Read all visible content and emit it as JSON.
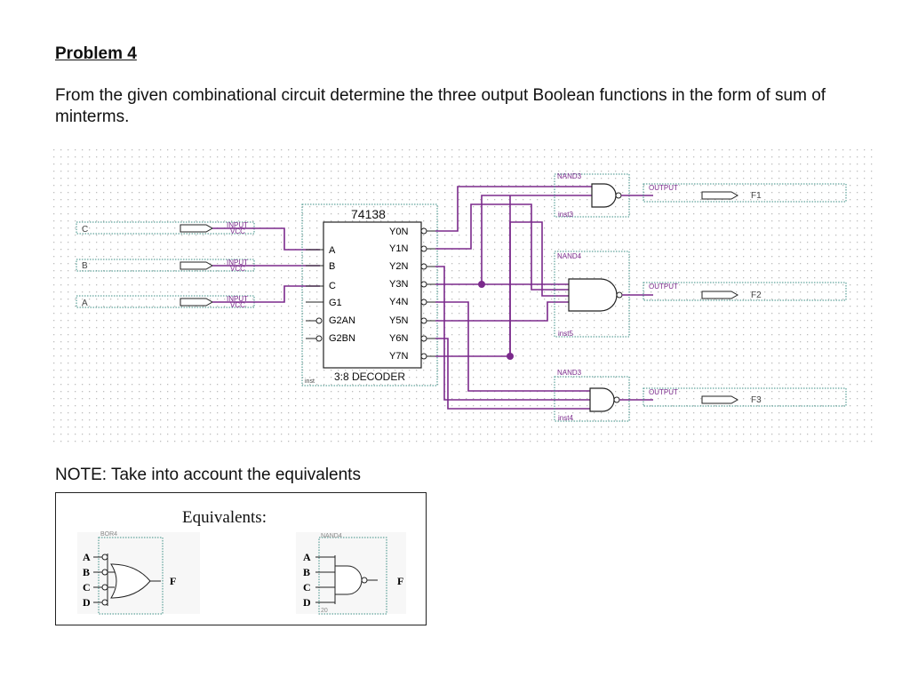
{
  "problem_title": "Problem 4",
  "statement": "From the given combinational circuit determine the three output Boolean functions in the form of sum of minterms.",
  "note": "NOTE: Take into account the equivalents",
  "circuit": {
    "inputs": [
      {
        "label": "C",
        "tag": "INPUT",
        "vcc": "VCC"
      },
      {
        "label": "B",
        "tag": "INPUT",
        "vcc": "VCC"
      },
      {
        "label": "A",
        "tag": "INPUT",
        "vcc": "VCC"
      }
    ],
    "decoder": {
      "part": "74138",
      "inst": "inst",
      "caption": "3:8 DECODER",
      "left_pins": [
        "A",
        "B",
        "C",
        "G1",
        "G2AN",
        "G2BN"
      ],
      "right_pins": [
        "Y0N",
        "Y1N",
        "Y2N",
        "Y3N",
        "Y4N",
        "Y5N",
        "Y6N",
        "Y7N"
      ]
    },
    "gates": [
      {
        "type": "NAND3",
        "inst": "inst3",
        "output_tag": "OUTPUT",
        "output": "F1"
      },
      {
        "type": "NAND4",
        "inst": "inst5",
        "output_tag": "OUTPUT",
        "output": "F2"
      },
      {
        "type": "NAND3",
        "inst": "inst4",
        "output_tag": "OUTPUT",
        "output": "F3"
      }
    ],
    "colors": {
      "wire": "#7b2a8c",
      "grid": "#c9c9c9",
      "frame": "#3d8f86"
    }
  },
  "equivalents": {
    "title": "Equivalents:",
    "left": {
      "part": "BOR4",
      "inputs": [
        "A",
        "B",
        "C",
        "D"
      ],
      "output": "F"
    },
    "right": {
      "part": "NAND4",
      "inputs": [
        "A",
        "B",
        "C",
        "D"
      ],
      "output": "F",
      "inst": "20"
    }
  }
}
